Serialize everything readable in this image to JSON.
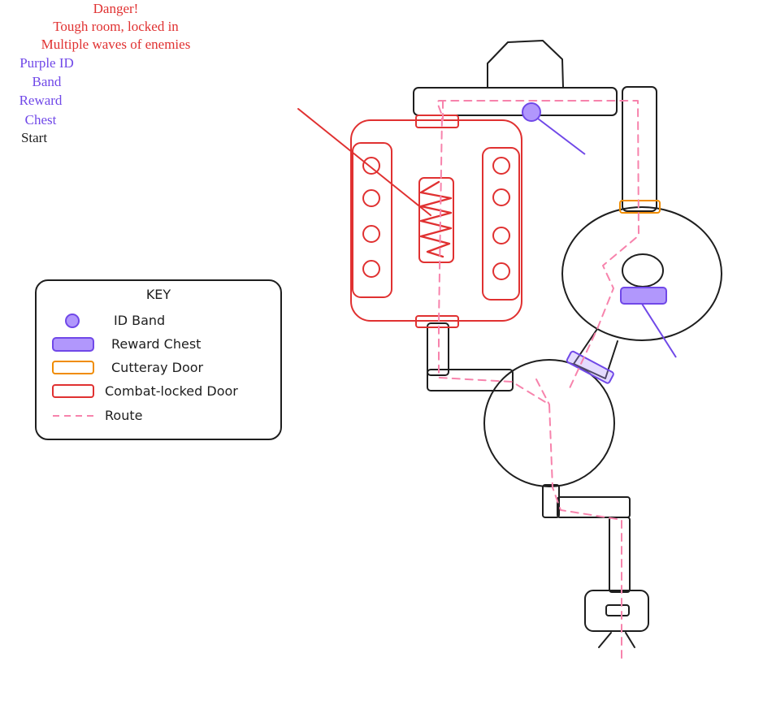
{
  "annotations": {
    "danger_line1": "Danger!",
    "danger_line2": "Tough room, locked in",
    "danger_line3": "Multiple waves of enemies",
    "id_band_line1": "Purple ID",
    "id_band_line2": "Band",
    "chest_line1": "Reward",
    "chest_line2": "Chest",
    "start": "Start"
  },
  "key": {
    "title": "KEY",
    "items": [
      {
        "label": "ID Band",
        "icon": "id-band-icon"
      },
      {
        "label": "Reward Chest",
        "icon": "reward-chest-icon"
      },
      {
        "label": "Cutteray Door",
        "icon": "cutteray-door-icon"
      },
      {
        "label": "Combat-locked Door",
        "icon": "combat-locked-door-icon"
      },
      {
        "label": "Route",
        "icon": "route-line-icon"
      }
    ]
  },
  "colors": {
    "outline": "#1e1e1e",
    "danger": "#e03131",
    "purple_text": "#7048e8",
    "purple_fill": "#b197fc",
    "cutteray_door": "#f08c00",
    "route": "#f783ac"
  }
}
